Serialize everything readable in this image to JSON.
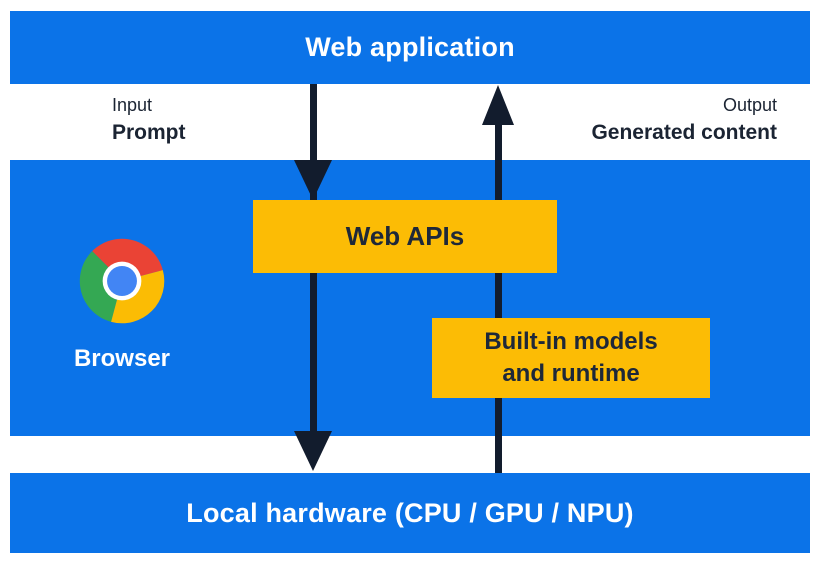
{
  "colors": {
    "section_blue": "#0b73e8",
    "box_yellow": "#fcbc05",
    "arrow_dark": "#121c2d",
    "label_dark": "#1b2433",
    "chrome_red": "#ea4335",
    "chrome_green": "#34a853",
    "chrome_yellow": "#fbbc04",
    "chrome_blue": "#4285f4"
  },
  "top_bar": {
    "label": "Web application"
  },
  "io_band": {
    "input_caption": "Input",
    "input_label": "Prompt",
    "output_caption": "Output",
    "output_label": "Generated content"
  },
  "browser_section": {
    "browser_label": "Browser",
    "logo_icon": "chrome-icon",
    "web_apis_box": {
      "label": "Web APIs"
    },
    "builtin_box": {
      "line1": "Built-in models",
      "line2": "and runtime"
    }
  },
  "bottom_bar": {
    "label": "Local hardware (CPU / GPU / NPU)"
  }
}
